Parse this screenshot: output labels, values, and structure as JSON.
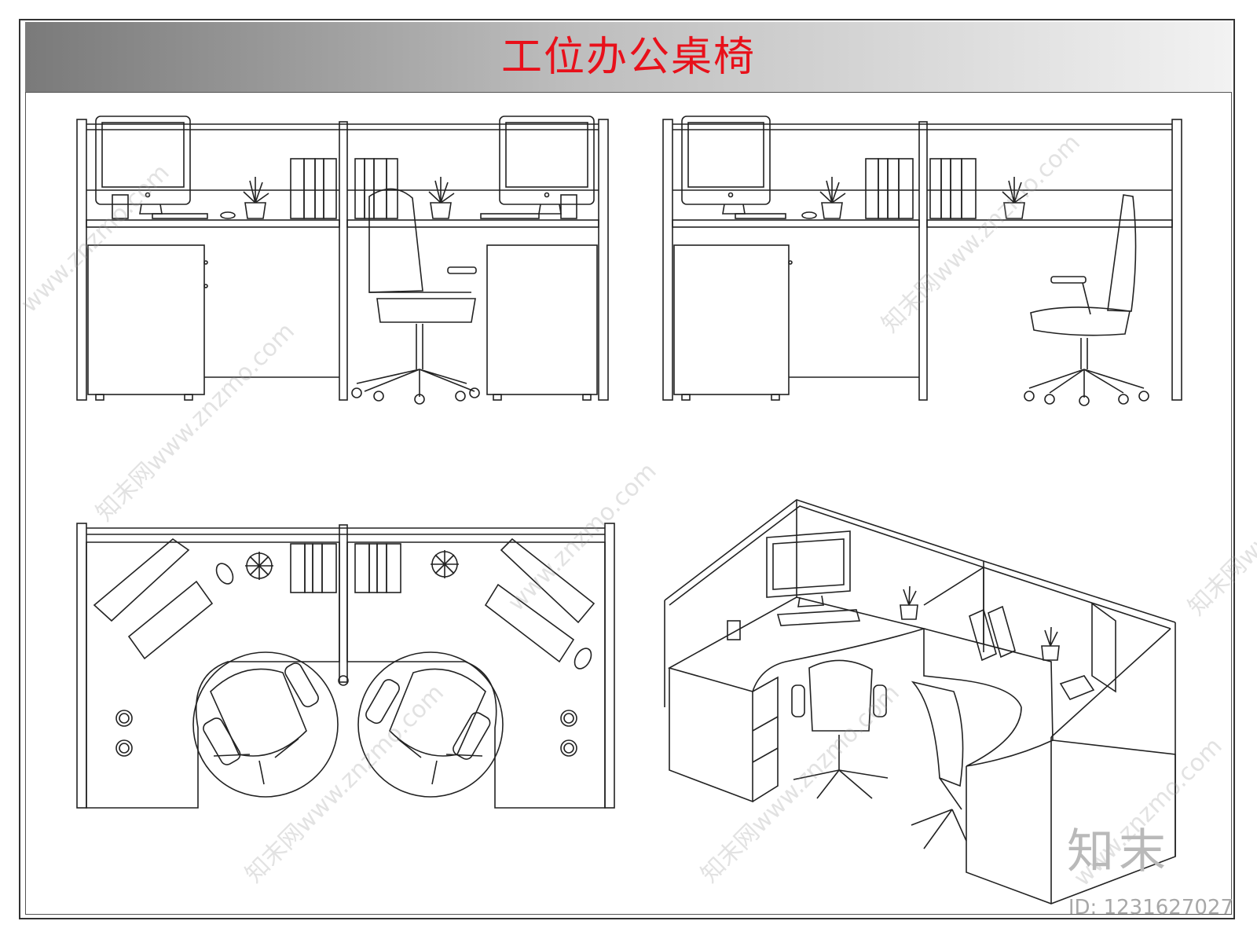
{
  "title": "工位办公桌椅",
  "brand_mark": "知末",
  "id_label": "ID: 1231627027",
  "watermarks": [
    "www.znzmo.com",
    "知末网www.znzmo.com",
    "知末网www.znzmo.com",
    "www.znzmo.com",
    "知末网www.znzmo.com",
    "知末网www.znzmo.com",
    "www.znzmo.com",
    "知末网www.znzmo.com"
  ],
  "colors": {
    "title": "#e8101a",
    "line": "#222222",
    "watermark": "#9a9a9a"
  }
}
